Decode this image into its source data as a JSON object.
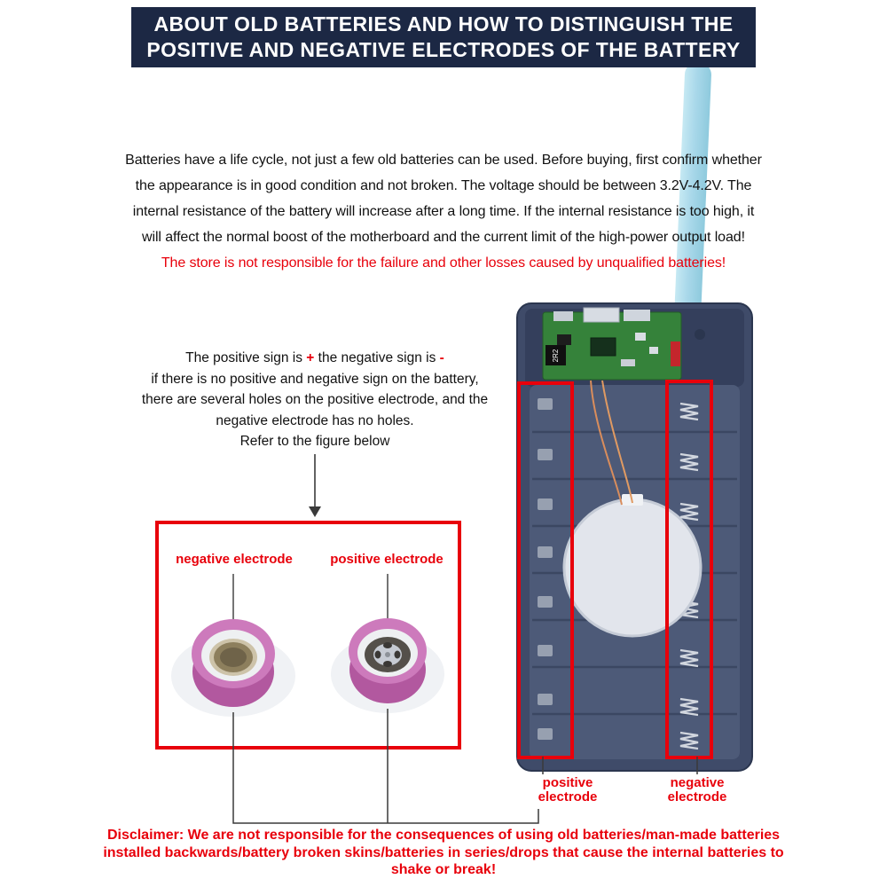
{
  "header": {
    "line1": "ABOUT OLD BATTERIES AND HOW TO DISTINGUISH THE",
    "line2": "POSITIVE AND NEGATIVE ELECTRODES OF THE BATTERY"
  },
  "intro": {
    "lines": [
      "Batteries have a life cycle, not just a few old batteries can be used. Before buying, first confirm whether",
      "the appearance is in good condition and not broken. The voltage should be between 3.2V-4.2V. The",
      "internal resistance of the battery will increase after a long time. If the internal resistance is too high, it",
      "will affect the normal boost of the motherboard and the current limit of the high-power output load!"
    ],
    "warning": "The store is not responsible for the failure and other losses caused by unqualified batteries!"
  },
  "sign_note": {
    "part1": "The positive sign is",
    "plus": "+",
    "part2": "the negative sign is",
    "minus": "-",
    "line2": "if there is no positive and negative sign on the battery,",
    "line3": "there are several holes on the positive electrode, and the",
    "line4": "negative electrode has no holes.",
    "line5": "Refer to the figure below"
  },
  "figure": {
    "negative_label": "negative electrode",
    "positive_label": "positive electrode"
  },
  "powerbank": {
    "positive_label": "positive electrode",
    "negative_label": "negative electrode",
    "pcb_marking": "2R2"
  },
  "disclaimer": {
    "lines": [
      "Disclaimer: We are not responsible for the consequences of using old batteries/man-made batteries",
      "installed backwards/battery broken skins/batteries in series/drops that cause the internal batteries to",
      "shake or break!"
    ]
  },
  "colors": {
    "header_bg": "#1c2844",
    "accent_red": "#e8000b",
    "text_dark": "#111111",
    "case_navy": "#3f4b69",
    "compartment_navy": "#4d5a78",
    "pcb_green": "#35823a",
    "strap_blue": "#a9d8ea",
    "battery_pink": "#cd7abc",
    "coil_gray": "#e2e5ec",
    "spring_gray": "#d2d7df"
  }
}
